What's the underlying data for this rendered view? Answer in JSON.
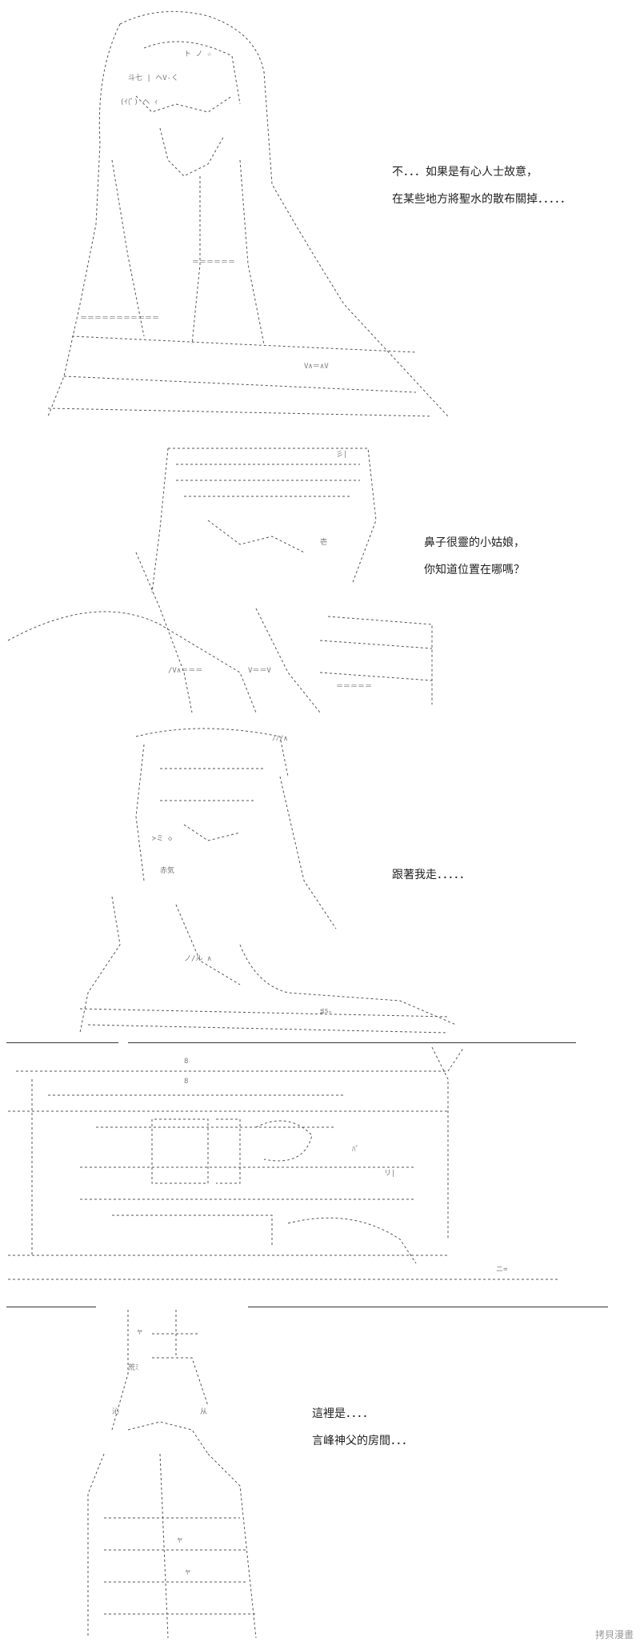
{
  "panels": [
    {
      "id": "panel-1",
      "lines": [
        "不．．．如果是有心人士故意，",
        "在某些地方將聖水的散布關掉．．．．．"
      ]
    },
    {
      "id": "panel-2",
      "lines": [
        "鼻子很靈的小姑娘，",
        "你知道位置在哪嗎？"
      ]
    },
    {
      "id": "panel-3",
      "lines": [
        "跟著我走．．．．．"
      ]
    },
    {
      "id": "panel-5",
      "lines": [
        "這裡是．．．．",
        "言峰神父的房間．．．"
      ]
    }
  ],
  "watermark": "拷貝漫畫",
  "colors": {
    "ink": "#222222",
    "art_ink": "#555555",
    "background": "#ffffff"
  }
}
